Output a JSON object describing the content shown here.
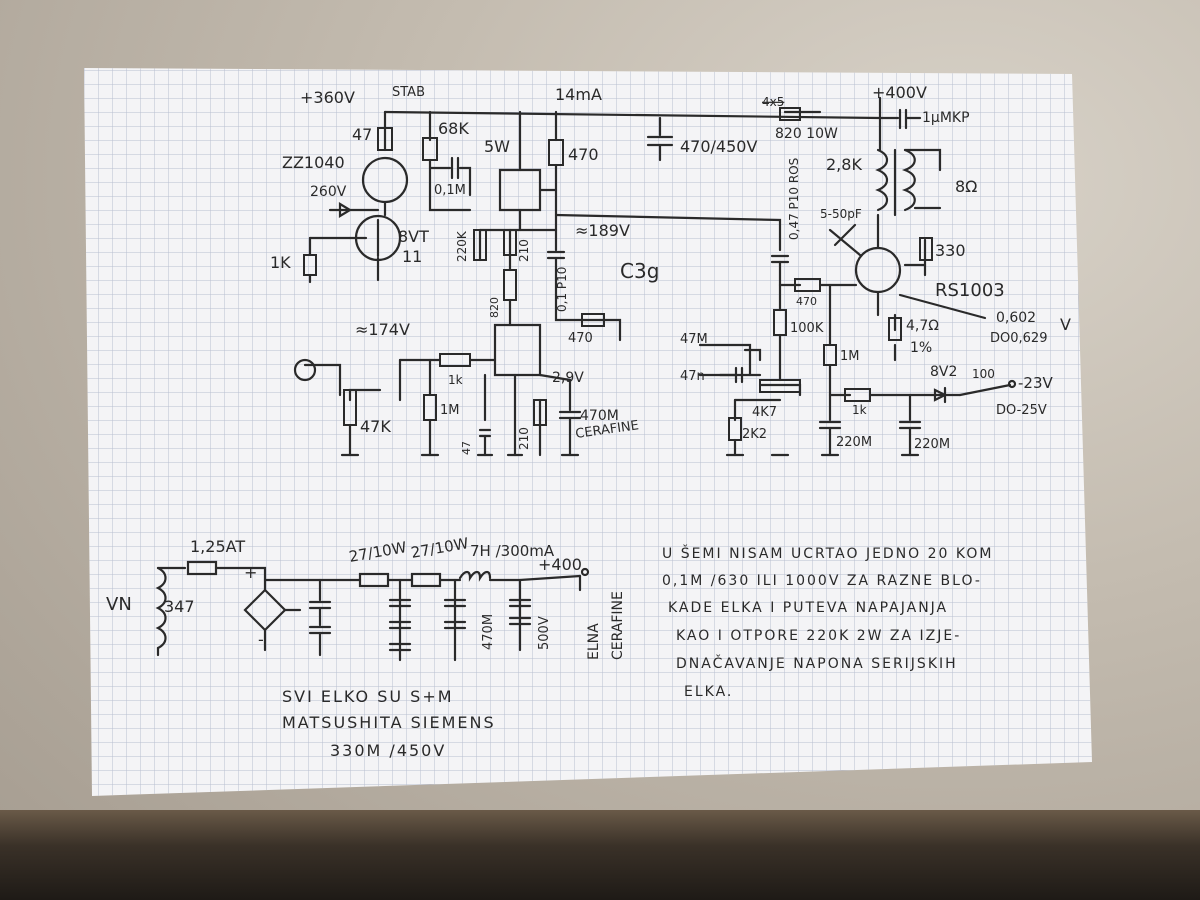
{
  "upper": {
    "supply_main": "+360V",
    "supply_stab": "STAB",
    "current_top": "14mA",
    "r_47": "47",
    "r_68k": "68K",
    "r_68k_w": "5W",
    "c_01": "0,1M",
    "zener_label": "ZZ1040",
    "zener_v": "260V",
    "transistor": "8VT",
    "transistor_num": "11",
    "r_1k_base": "1K",
    "r_470_plate": "470",
    "cap_470_450": "470/450V",
    "r_220k": "220K",
    "r_210": "210",
    "tube_c3g": "C3g",
    "v_189": "≈189V",
    "cap_01_p10": "0,1 P10",
    "r_820": "820",
    "v_174": "≈174V",
    "r_470_b": "470",
    "r_1k_grid": "1k",
    "r_1m": "1M",
    "pot_47k": "47K",
    "r_47_cath": "47",
    "r_210_cath": "210",
    "v_29": "2,9V",
    "c_470m": "470M",
    "cerafine": "CERAFINE",
    "top_cap_crossed": "4x5",
    "r_820_10w": "820 10W",
    "supply_400": "+400V",
    "c_1mkp": "1µMKP",
    "r_28k": "2,8K",
    "output_8": "8Ω",
    "c_047": "0,47 P10 ROS",
    "c_550": "5-50pF",
    "r_330": "330",
    "tube_rs": "RS1003",
    "r_470_grid2": "470",
    "r_100k": "100K",
    "r_1m_b": "1M",
    "c_47m": "47M",
    "c_47n": "47n",
    "pot_4k7": "4K7",
    "r_2k2": "2K2",
    "r_1k_b": "1k",
    "c_220a": "220M",
    "c_220b": "220M",
    "r_47ohm": "4,7Ω",
    "pct": "1%",
    "v_0602": "0,602",
    "v_range": "DO0,629",
    "v_unit": "V",
    "zener_8v2": "8V2",
    "r_100": "100",
    "v_neg23": "-23V",
    "v_neg25": "DO-25V"
  },
  "lower": {
    "fuse": "1,25AT",
    "vn": "VN",
    "v347": "347",
    "plus": "+",
    "minus": "-",
    "r_27a": "27/10W",
    "r_27b": "27/10W",
    "choke": "7H /300mA",
    "v400": "+400",
    "cap_470": "470M",
    "cap_500": "500V",
    "elna": "ELNA",
    "cerafine": "CERAFINE"
  },
  "notes": {
    "elko_line1": "SVI ELKO SU S+M",
    "elko_line2": "MATSUSHITA SIEMENS",
    "elko_line3": "330M /450V",
    "text_line1": "U ŠEMI NISAM UCRTAO JEDNO 20 KOM",
    "text_line2": "0,1M /630 ILI 1000V ZA RAZNE BLO-",
    "text_line3": "KADE ELKA I PUTEVA NAPAJANJA",
    "text_line4": "KAO I OTPORE 220K 2W ZA IZJE-",
    "text_line5": "DNAČAVANJE NAPONA SERIJSKIH",
    "text_line6": "ELKA."
  },
  "colors": {
    "ink": "#2a2a2a",
    "paper": "#f4f4f6",
    "grid": "#b9bfd0"
  }
}
